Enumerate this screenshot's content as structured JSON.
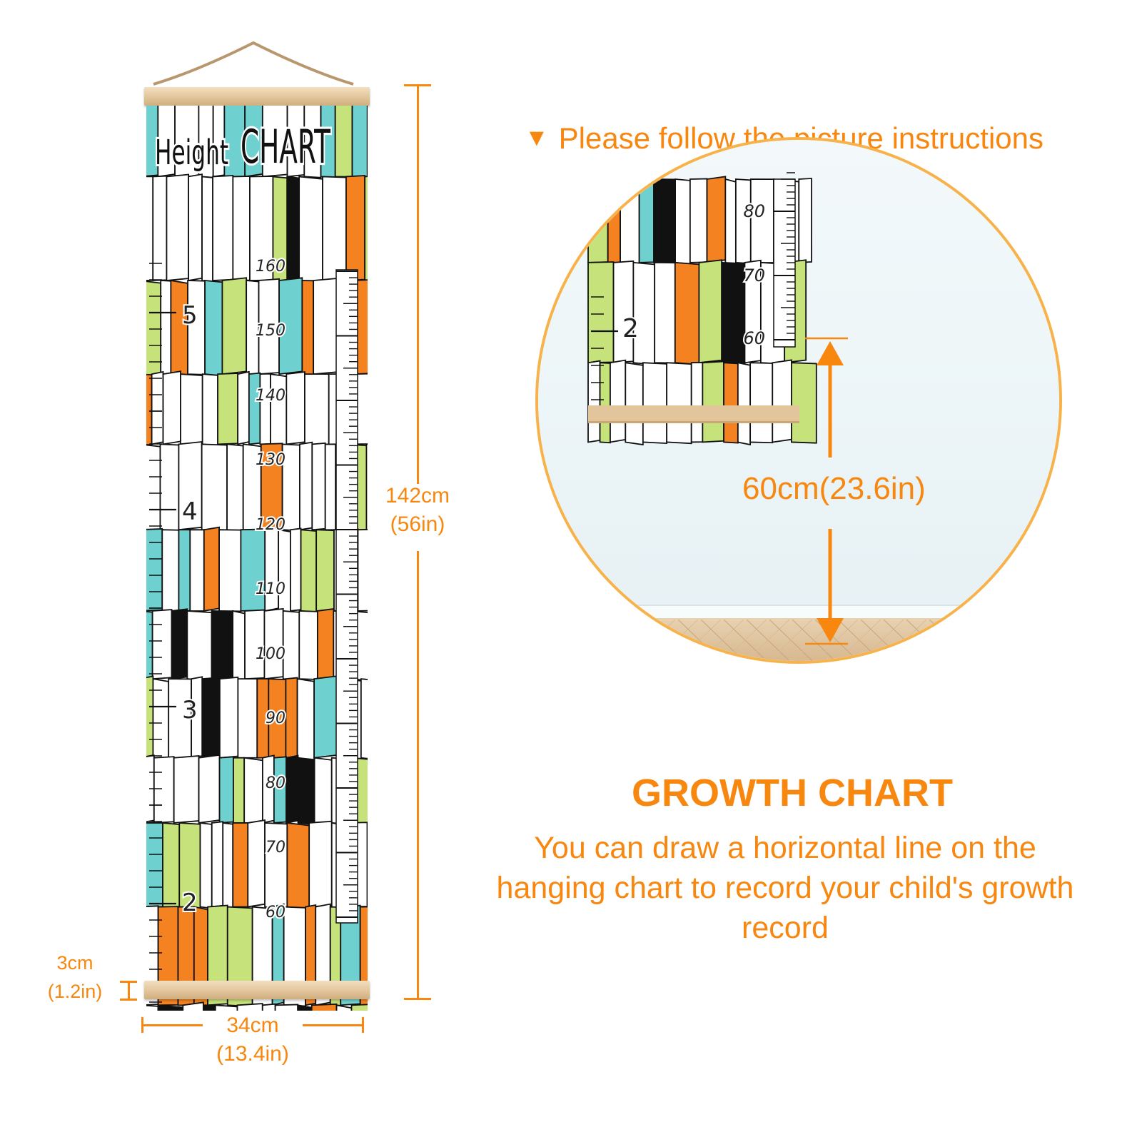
{
  "poster": {
    "title_part1": "Height",
    "title_part2": "CHART",
    "cm_labels": [
      "160",
      "150",
      "140",
      "130",
      "120",
      "110",
      "100",
      "90",
      "80",
      "70",
      "60"
    ],
    "ft_labels": [
      "5",
      "4",
      "3",
      "2"
    ]
  },
  "dimensions": {
    "height_cm": "142cm",
    "height_in": "(56in)",
    "rail_cm": "3cm",
    "rail_in": "(1.2in)",
    "width_cm": "34cm",
    "width_in": "(13.4in)"
  },
  "instruction": {
    "marker": "▼",
    "text": "Please follow the picture instructions"
  },
  "detail": {
    "cm_labels": [
      "80",
      "70",
      "60"
    ],
    "ft_label": "2",
    "measure": "60cm(23.6in)"
  },
  "growth": {
    "title": "GROWTH CHART",
    "description": "You can draw a horizontal line on the hanging chart to record your child's growth record"
  },
  "colors": {
    "accent": "#f7870f",
    "chart_orange": "#f58220",
    "chart_teal": "#6fd1cf",
    "chart_lime": "#c6e27a",
    "chart_black": "#111111",
    "wood": "#e2c59b"
  }
}
